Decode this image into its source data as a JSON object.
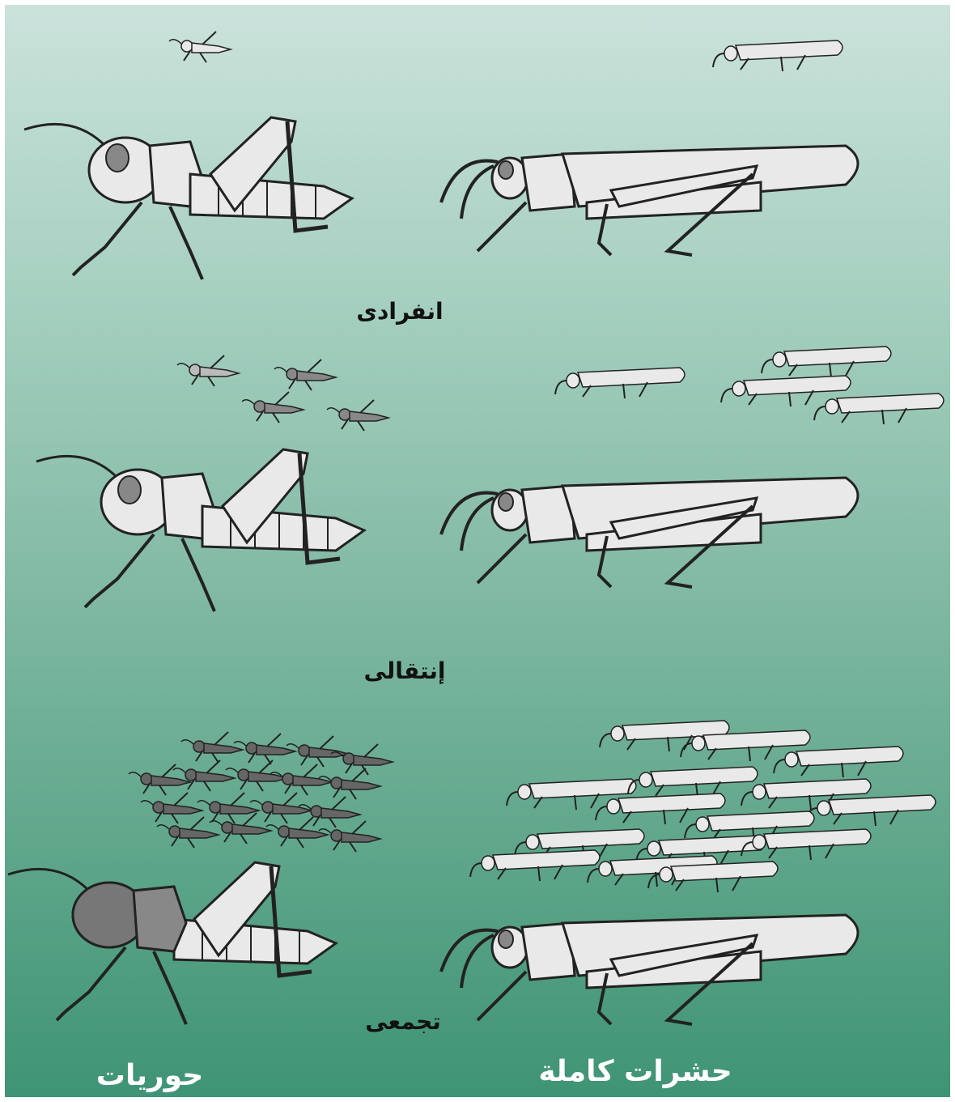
{
  "phases": {
    "solitary": "انفرادى",
    "transient": "إنتقالى",
    "gregarious": "تجمعى"
  },
  "columns": {
    "nymphs": "حوريات",
    "adults": "حشرات كاملة"
  },
  "colors": {
    "background_top": "#cbe2db",
    "background_bottom": "#3f9475",
    "insect_fill": "#e9e9e9",
    "insect_stroke": "#222222",
    "dark_nymph": "#666666",
    "label_white": "#ffffff"
  }
}
